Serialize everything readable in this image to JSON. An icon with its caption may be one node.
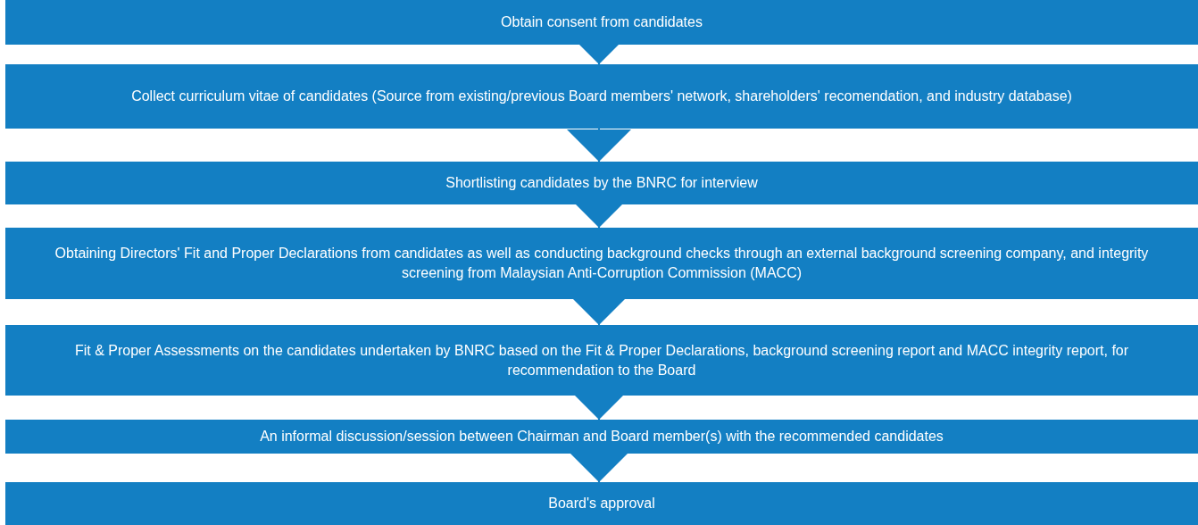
{
  "diagram": {
    "nodes": [
      {
        "text": [
          "Obtain consent from candidates"
        ]
      },
      {
        "text": [
          "Collect curriculum vitae of candidates (Source from existing/previous Board members' network, shareholders' recomendation, and industry database)"
        ]
      },
      {
        "text": [
          "Shortlisting candidates by the BNRC for interview"
        ]
      },
      {
        "text": [
          "Obtaining Directors' Fit and Proper Declarations from candidates as well as conducting background checks through an external background screening company, and integrity screening from Malaysian Anti-Corruption Commission (MACC)"
        ]
      },
      {
        "text": [
          "Fit & Proper Assessments on the candidates undertaken by BNRC based on the Fit & Proper Declarations, background screening report and MACC integrity report, for recommendation to the Board"
        ]
      },
      {
        "text": [
          "An informal discussion/session between Chairman and Board member(s) with the recommended candidates"
        ]
      },
      {
        "text": [
          "Board's approval"
        ]
      }
    ],
    "edges": [
      {
        "from": 0,
        "to": 1,
        "arrow": "to"
      },
      {
        "from": 1,
        "to": 2,
        "arrow": "to"
      },
      {
        "from": 2,
        "to": 3,
        "arrow": "to"
      },
      {
        "from": 3,
        "to": 4,
        "arrow": "to"
      },
      {
        "from": 4,
        "to": 5,
        "arrow": "to"
      },
      {
        "from": 5,
        "to": 6,
        "arrow": "to"
      }
    ]
  }
}
